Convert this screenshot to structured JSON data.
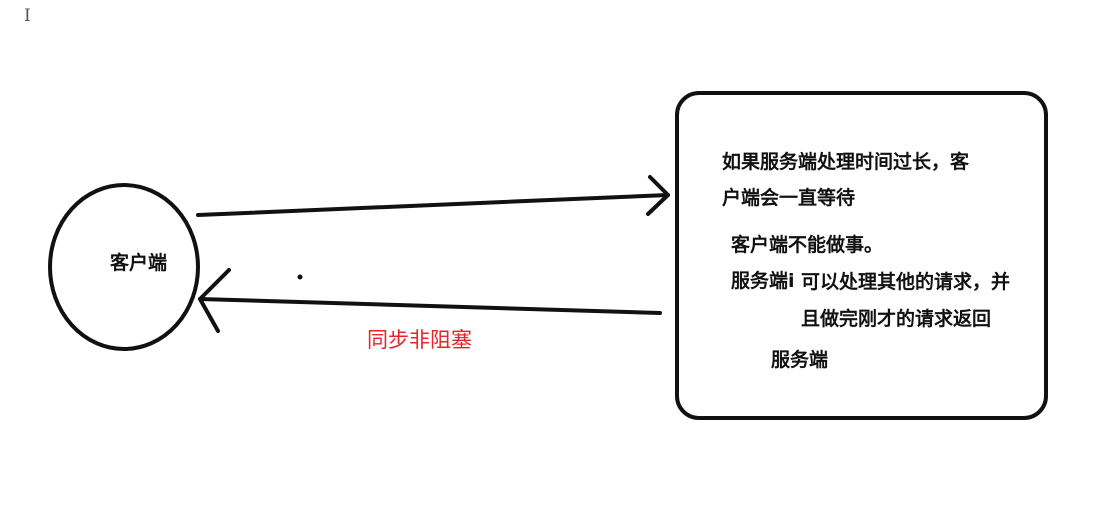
{
  "client": {
    "label": "客户端"
  },
  "server_box": {
    "line_1": "如果服务端处理时间过长，客",
    "line_2": "户端会一直等待",
    "line_3": "客户端不能做事。",
    "line_4": "服务端i",
    "line_5": "可以处理其他的请求，并",
    "line_6": "且做完刚才的请求返回",
    "line_7": "服务端"
  },
  "mode_label": "同步非阻塞",
  "colors": {
    "ink": "#111111",
    "label_red": "#e8242b"
  },
  "cursor_icon": "text-cursor-icon"
}
